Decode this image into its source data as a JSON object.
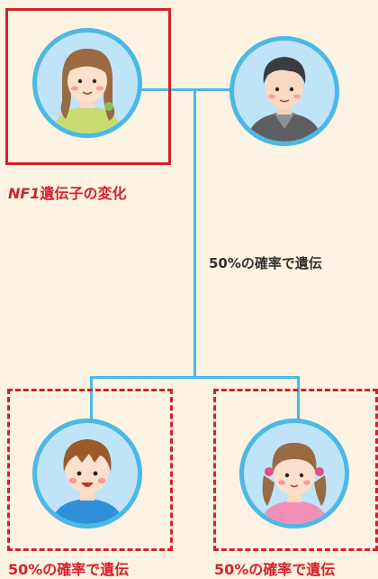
{
  "parent_left": {
    "label_gene": "NF1",
    "label_rest": "遺伝子の変化"
  },
  "inheritance_label": "50%の確率で遺伝",
  "child_left": {
    "label": "50%の確率で遺伝"
  },
  "child_right": {
    "label": "50%の確率で遺伝"
  },
  "colors": {
    "background": "#fdf3e3",
    "accent_red": "#d71f2b",
    "line_blue": "#4bb8e6",
    "text_dark": "#333333"
  }
}
